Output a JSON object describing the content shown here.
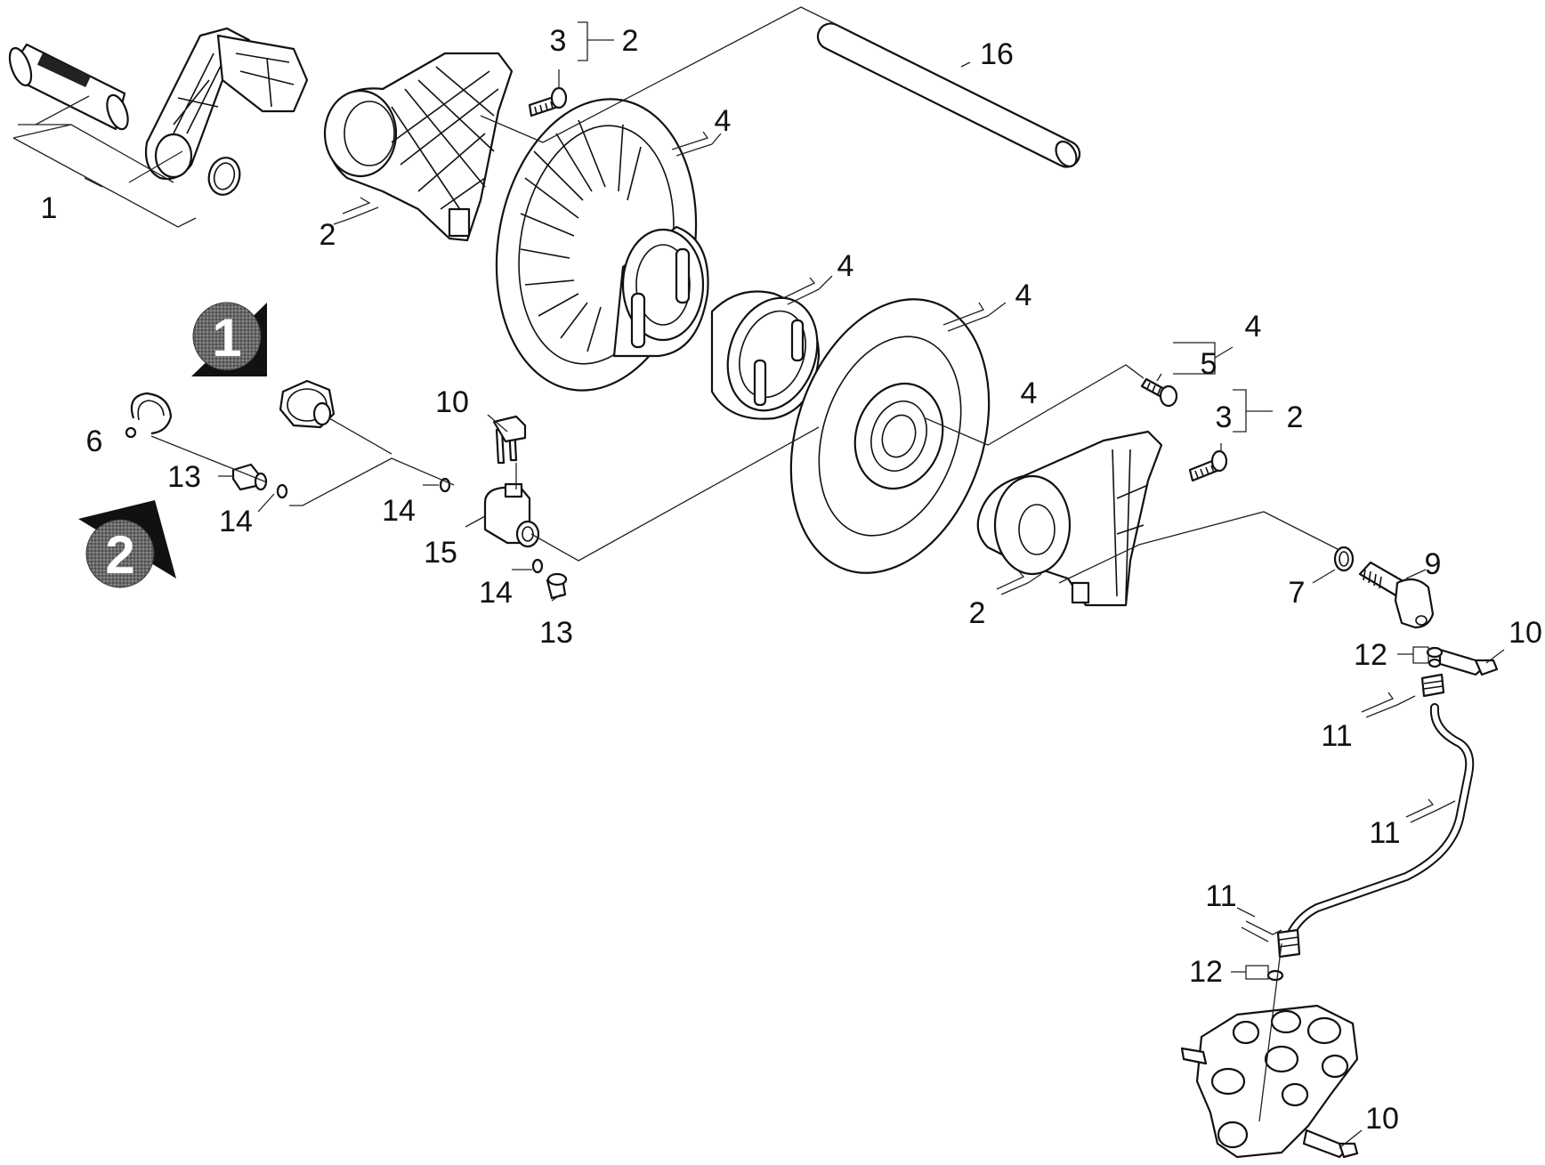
{
  "callouts": {
    "c1": "1",
    "c2a": "2",
    "c2b": "2",
    "c2c": "2",
    "c2d": "2",
    "c3a": "3",
    "c3b": "3",
    "c4a": "4",
    "c4b": "4",
    "c4c": "4",
    "c4d": "4",
    "c4e": "4",
    "c5": "5",
    "c6": "6",
    "c7": "7",
    "c9": "9",
    "c10a": "10",
    "c10b": "10",
    "c10c": "10",
    "c11a": "11",
    "c11b": "11",
    "c11c": "11",
    "c12a": "12",
    "c12b": "12",
    "c13a": "13",
    "c13b": "13",
    "c14a": "14",
    "c14b": "14",
    "c14c": "14",
    "c15": "15",
    "c16": "16"
  },
  "step_markers": {
    "step1": "1",
    "step2": "2"
  },
  "colors": {
    "line": "#111111",
    "marker_fill": "#555555",
    "marker_arrow": "#111111"
  }
}
